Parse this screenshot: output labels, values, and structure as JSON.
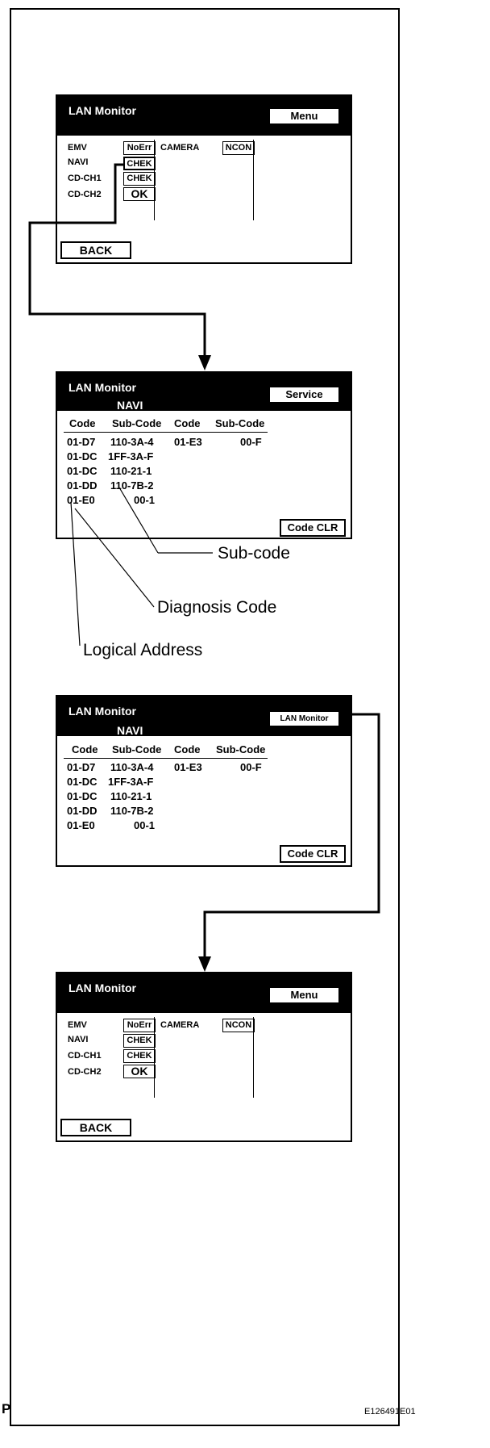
{
  "screen_menu": {
    "title": "LAN Monitor",
    "menu_button": "Menu",
    "rows": [
      {
        "label": "EMV",
        "status": "NoErr"
      },
      {
        "label": "NAVI",
        "status": "CHEK"
      },
      {
        "label": "CD-CH1",
        "status": "CHEK"
      },
      {
        "label": "CD-CH2",
        "status": "OK"
      }
    ],
    "right_rows": [
      {
        "label": "CAMERA",
        "status": "NCON"
      }
    ],
    "back_button": "BACK"
  },
  "screen_navi": {
    "title": "LAN Monitor",
    "subtitle": "NAVI",
    "headers": [
      "Code",
      "Sub-Code",
      "Code",
      "Sub-Code"
    ],
    "rows": [
      [
        "01-D7",
        "110-3A-4",
        "01-E3",
        "00-F"
      ],
      [
        "01-DC",
        "1FF-3A-F",
        "",
        ""
      ],
      [
        "01-DC",
        "110-21-1",
        "",
        ""
      ],
      [
        "01-DD",
        "110-7B-2",
        "",
        ""
      ],
      [
        "01-E0",
        "00-1",
        "",
        ""
      ]
    ],
    "code_clr_button": "Code CLR"
  },
  "screen1_button": "Service",
  "screen2_button": "LAN Monitor",
  "annotations": {
    "sub_code": "Sub-code",
    "diagnosis_code": "Diagnosis Code",
    "logical_address": "Logical Address"
  },
  "corner_letter": "P",
  "figure_id": "E126491E01"
}
